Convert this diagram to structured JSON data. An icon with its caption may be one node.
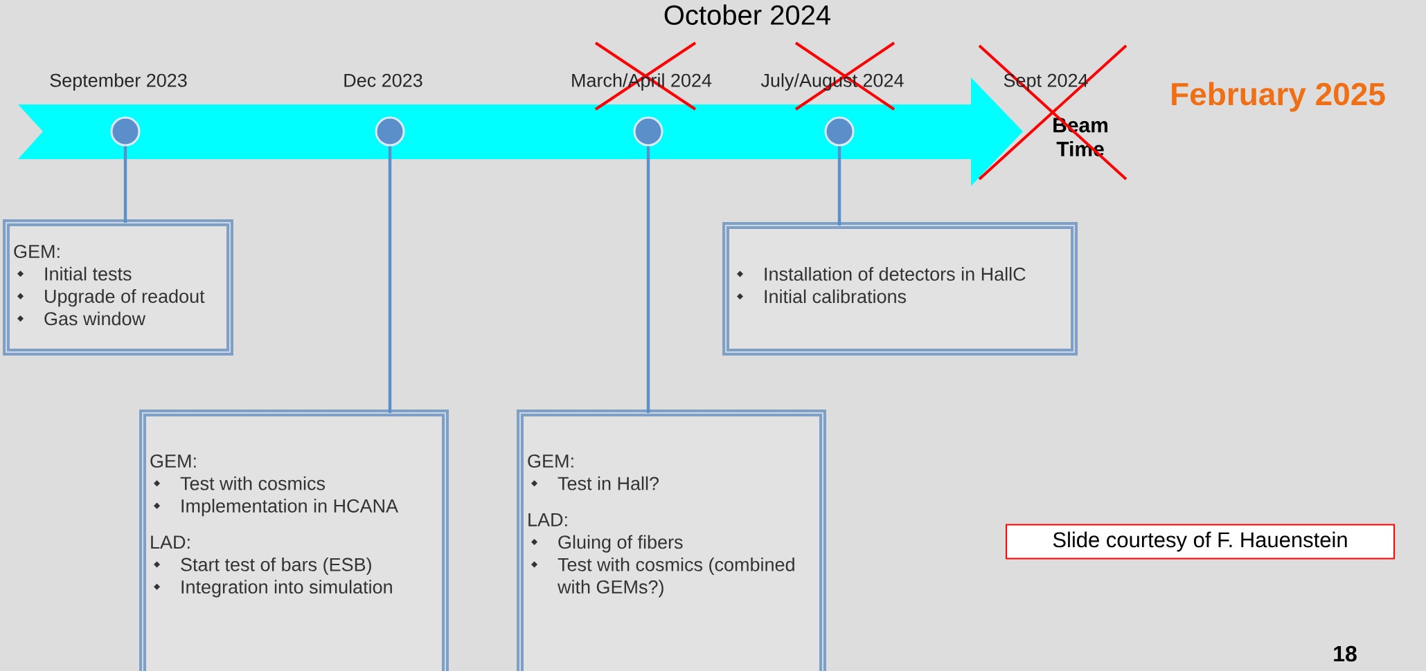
{
  "diagram": {
    "nodes": [
      {
        "text": [
          "Beam Time"
        ]
      },
      {
        "text": [],
        "shape": "circle",
        "in": 0,
        "beside": [
          "September 2023"
        ]
      },
      {
        "text": [],
        "shape": "circle",
        "in": 0,
        "beside": [
          "Dec 2023"
        ]
      },
      {
        "text": [],
        "shape": "circle",
        "in": 0,
        "beside": [
          "March/April 2024"
        ]
      },
      {
        "text": [],
        "shape": "circle",
        "in": 0,
        "beside": [
          "July/August 2024"
        ]
      },
      {
        "text": [
          "GEM:",
          "Initial tests",
          "Upgrade of readout",
          "Gas window"
        ]
      },
      {
        "text": [
          "GEM:",
          "Test with cosmics",
          "Implementation in HCANA",
          "LAD:",
          "Start test of bars (ESB)",
          "Integration into simulation"
        ]
      },
      {
        "text": [
          "GEM:",
          "Test in Hall?",
          "LAD:",
          "Gluing of fibers",
          "Test with cosmics (combined with GEMs?)"
        ]
      },
      {
        "text": [
          "Installation of detectors in HallC",
          "Initial calibrations"
        ]
      },
      {
        "text": [
          "Slide courtesy of F. Hauenstein"
        ]
      }
    ],
    "edges": [
      {
        "from": 1,
        "to": 5,
        "arrow": "none"
      },
      {
        "from": 2,
        "to": 6,
        "arrow": "none"
      },
      {
        "from": 3,
        "to": 7,
        "arrow": "none"
      },
      {
        "from": 4,
        "to": 8,
        "arrow": "none"
      }
    ],
    "labels": [
      "October 2024",
      "Sept 2024",
      "February 2025",
      "18"
    ]
  }
}
